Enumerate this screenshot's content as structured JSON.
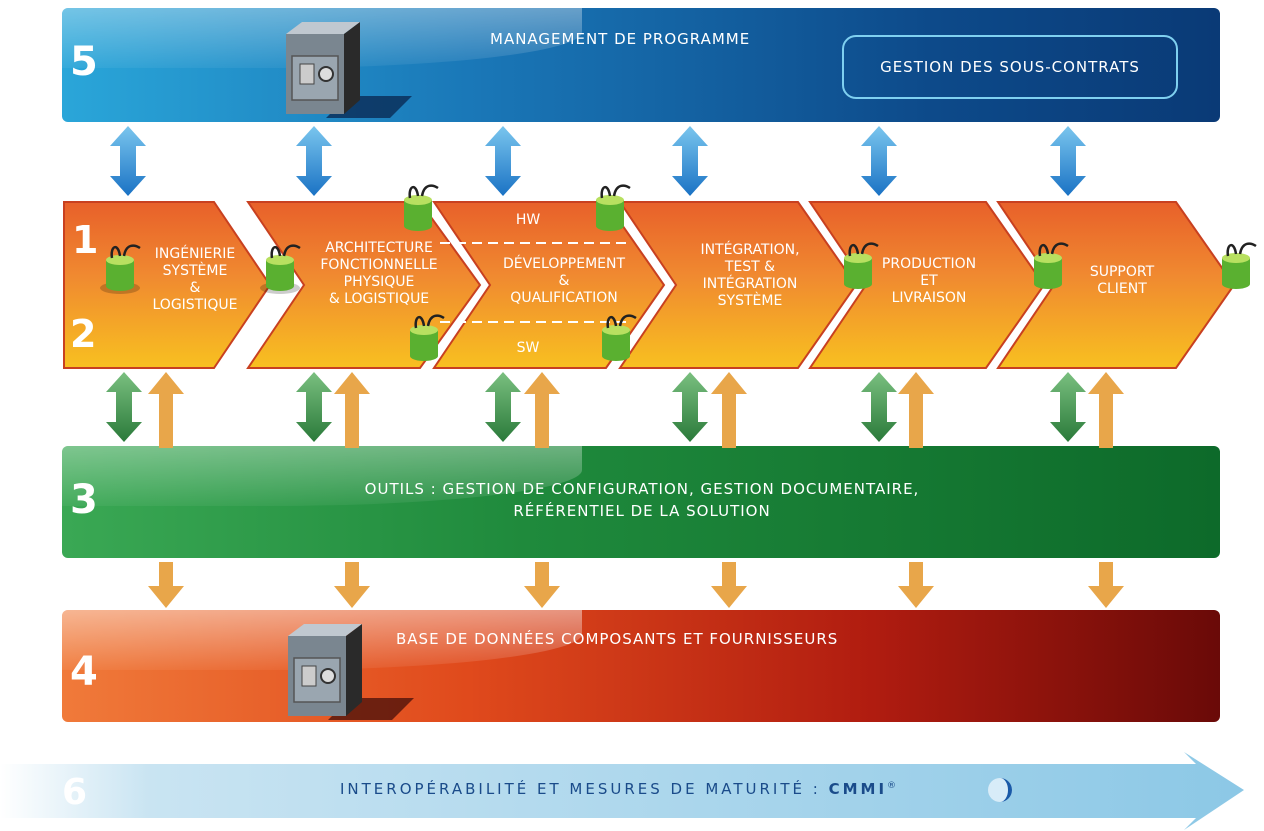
{
  "band5": {
    "number": "5",
    "title": "MANAGEMENT DE PROGRAMME",
    "subcontract_label": "GESTION DES SOUS-CONTRATS"
  },
  "processes": {
    "num1": "1",
    "num2": "2",
    "p1": {
      "l1": "INGÉNIERIE",
      "l2": "SYSTÈME",
      "l3": "&",
      "l4": "LOGISTIQUE"
    },
    "p2": {
      "l1": "ARCHITECTURE",
      "l2": "FONCTIONNELLE",
      "l3": "PHYSIQUE",
      "l4": "& LOGISTIQUE"
    },
    "p3": {
      "hw": "HW",
      "l1": "DÉVELOPPEMENT",
      "l2": "&",
      "l3": "QUALIFICATION",
      "sw": "SW"
    },
    "p4": {
      "l1": "INTÉGRATION,",
      "l2": "TEST &",
      "l3": "INTÉGRATION",
      "l4": "SYSTÈME"
    },
    "p5": {
      "l1": "PRODUCTION",
      "l2": "ET",
      "l3": "LIVRAISON"
    },
    "p6": {
      "l1": "SUPPORT",
      "l2": "CLIENT"
    }
  },
  "band3": {
    "number": "3",
    "line1": "OUTILS : GESTION DE CONFIGURATION, GESTION DOCUMENTAIRE,",
    "line2": "RÉFÉRENTIEL DE LA SOLUTION"
  },
  "band4": {
    "number": "4",
    "title": "BASE DE DONNÉES COMPOSANTS ET FOURNISSEURS"
  },
  "band6": {
    "number": "6",
    "label": "INTEROPÉRABILITÉ ET MESURES DE MATURITÉ : ",
    "brand": "CMMI",
    "reg": "®"
  },
  "colors": {
    "blue_arrow": "#2a8fd6",
    "green_arrow": "#3a9a48",
    "orange_arrow": "#e8a64a",
    "process_orange": "#ef8a2a",
    "process_yellow": "#f8c020"
  }
}
